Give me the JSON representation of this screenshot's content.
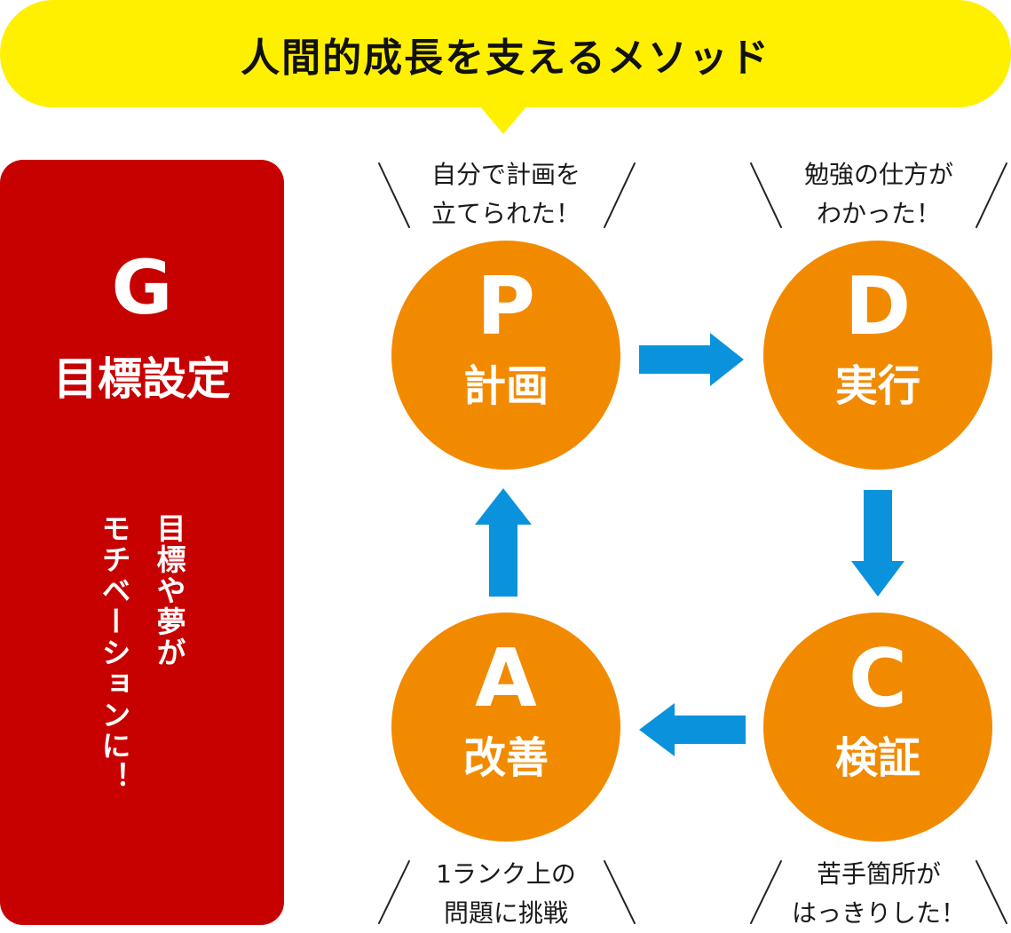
{
  "header": {
    "title": "人間的成長を支えるメソッド"
  },
  "goal": {
    "letter": "G",
    "label": "目標設定",
    "description_col1": "目標や夢が",
    "description_col2": "モチベーションに！"
  },
  "cycle": {
    "plan": {
      "letter": "P",
      "label": "計画"
    },
    "do": {
      "letter": "D",
      "label": "実行"
    },
    "check": {
      "letter": "C",
      "label": "検証"
    },
    "act": {
      "letter": "A",
      "label": "改善"
    }
  },
  "comments": {
    "plan": {
      "line1": "自分で計画を",
      "line2": "立てられた！"
    },
    "do": {
      "line1": "勉強の仕方が",
      "line2": "わかった！"
    },
    "act": {
      "line1": "1ランク上の",
      "line2": "問題に挑戦"
    },
    "check": {
      "line1": "苦手箇所が",
      "line2": "はっきりした！"
    }
  },
  "colors": {
    "header_bg": "#fff000",
    "goal_bg": "#c70000",
    "circle_bg": "#f28a00",
    "arrow": "#0a93dc"
  }
}
